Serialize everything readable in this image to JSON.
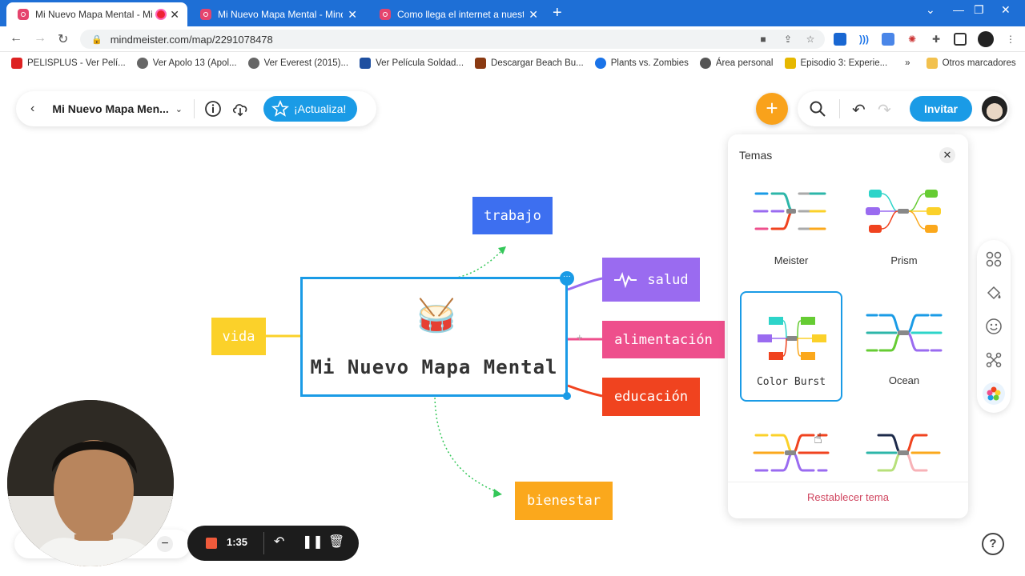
{
  "browser": {
    "tabs": [
      {
        "title": "Mi Nuevo Mapa Mental - Mi",
        "active": true
      },
      {
        "title": "Mi Nuevo Mapa Mental - MindM",
        "active": false
      },
      {
        "title": "Como llega el internet a nuestro",
        "active": false
      }
    ],
    "url": "mindmeister.com/map/2291078478",
    "bookmarks": [
      "PELISPLUS - Ver Pelí...",
      "Ver Apolo 13 (Apol...",
      "Ver Everest (2015)...",
      "Ver Película Soldad...",
      "Descargar Beach Bu...",
      "Plants vs. Zombies",
      "Área personal",
      "Episodio 3: Experie..."
    ],
    "more_bookmarks": "»",
    "other_bookmarks": "Otros marcadores"
  },
  "header": {
    "map_title": "Mi Nuevo Mapa Men...",
    "upgrade_label": "¡Actualiza!",
    "invite_label": "Invitar"
  },
  "map": {
    "central": {
      "text": "Mi Nuevo Mapa Mental",
      "emoji": "🥁"
    },
    "nodes": {
      "trabajo": "trabajo",
      "salud": "salud",
      "alimentacion": "alimentación",
      "educacion": "educación",
      "bienestar": "bienestar",
      "vida": "vida"
    },
    "colors": {
      "central_border": "#1a9be6",
      "trabajo": "#3d6ff0",
      "salud": "#9a6bf0",
      "alimentacion": "#ee4f8c",
      "educacion": "#f0431f",
      "bienestar": "#fba81c",
      "vida": "#fbd12a"
    }
  },
  "themes_panel": {
    "title": "Temas",
    "close_icon": "close-icon",
    "themes": [
      "Meister",
      "Prism",
      "Color Burst",
      "Ocean"
    ],
    "selected": "Color Burst",
    "reset_label": "Restablecer tema"
  },
  "recorder": {
    "time": "1:35"
  }
}
